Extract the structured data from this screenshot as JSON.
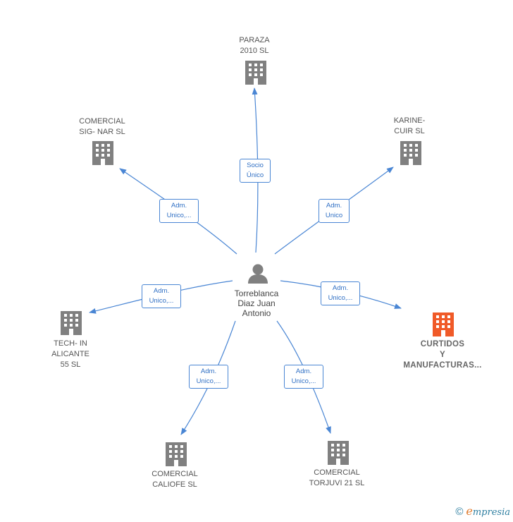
{
  "colors": {
    "edge": "#4a86d4",
    "building": "#808080",
    "focus_building": "#f05a28",
    "person": "#808080"
  },
  "center": {
    "name": "Torreblanca\nDiaz Juan\nAntonio",
    "icon": "person-icon"
  },
  "nodes": [
    {
      "id": "paraza",
      "name": "PARAZA\n2010 SL",
      "icon": "building-icon",
      "edge_label": "Socio\nÚnico"
    },
    {
      "id": "karine",
      "name": "KARINE-\nCUIR SL",
      "icon": "building-icon",
      "edge_label": "Adm.\nUnico"
    },
    {
      "id": "curtidos",
      "name": "CURTIDOS\nY\nMANUFACTURAS...",
      "icon": "building-icon",
      "edge_label": "Adm.\nUnico,...",
      "focus": true
    },
    {
      "id": "torjuvi",
      "name": "COMERCIAL\nTORJUVI 21  SL",
      "icon": "building-icon",
      "edge_label": "Adm.\nUnico,..."
    },
    {
      "id": "caliofe",
      "name": "COMERCIAL\nCALIOFE  SL",
      "icon": "building-icon",
      "edge_label": "Adm.\nUnico,..."
    },
    {
      "id": "techin",
      "name": "TECH- IN\nALICANTE\n55  SL",
      "icon": "building-icon",
      "edge_label": "Adm.\nUnico,..."
    },
    {
      "id": "signar",
      "name": "COMERCIAL\nSIG- NAR  SL",
      "icon": "building-icon",
      "edge_label": "Adm.\nUnico,..."
    }
  ],
  "watermark": {
    "symbol": "©",
    "brand_initial": "e",
    "brand_rest": "mpresia"
  }
}
